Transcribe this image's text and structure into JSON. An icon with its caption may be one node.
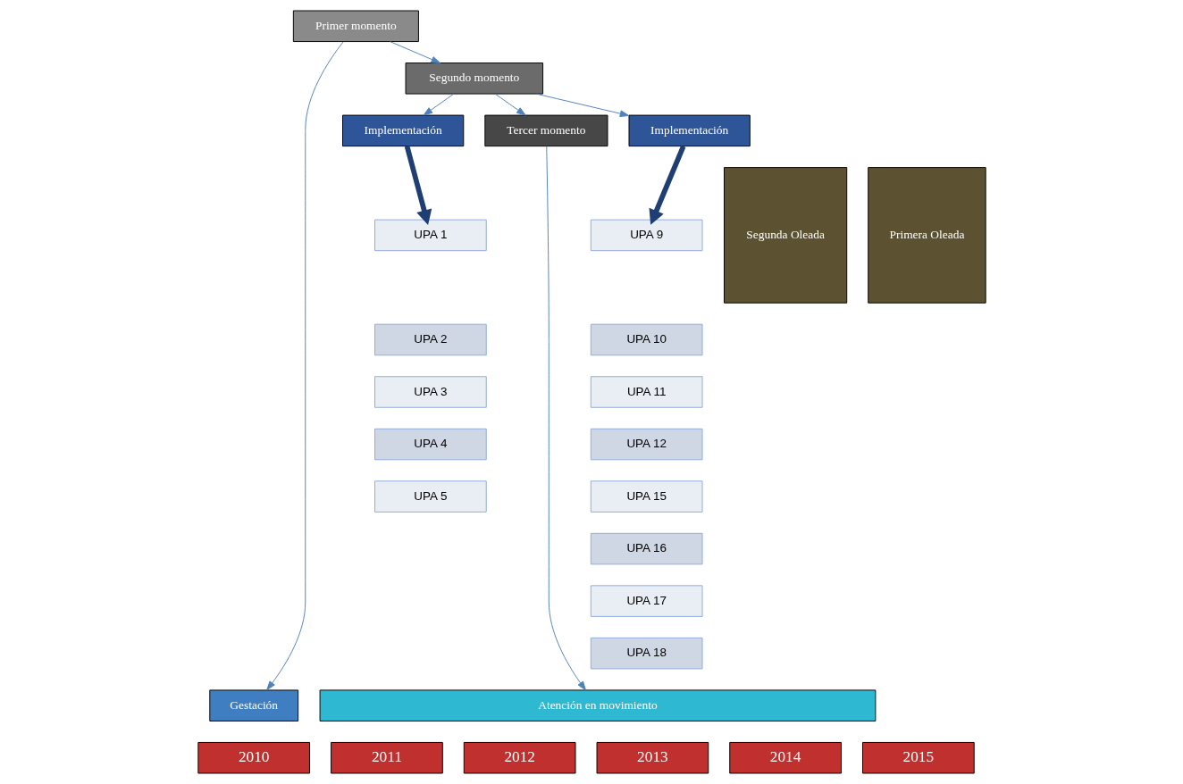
{
  "diagram": {
    "nodes": [
      {
        "text": [
          "Primer momento"
        ]
      },
      {
        "text": [
          "Segundo momento"
        ]
      },
      {
        "text": [
          "Tercer momento"
        ]
      },
      {
        "text": [
          "Implementación"
        ]
      },
      {
        "text": [
          "Implementación"
        ]
      },
      {
        "text": [
          "UPA 9"
        ]
      },
      {
        "text": [
          "UPA 10"
        ]
      },
      {
        "text": [
          "UPA 11"
        ]
      },
      {
        "text": [
          "UPA 12"
        ]
      },
      {
        "text": [
          "UPA 15"
        ]
      },
      {
        "text": [
          "UPA 16"
        ]
      },
      {
        "text": [
          "UPA 17"
        ]
      },
      {
        "text": [
          "UPA 18"
        ]
      },
      {
        "text": [
          "Segunda Oleada"
        ]
      },
      {
        "text": [
          "UPA 1"
        ]
      },
      {
        "text": [
          "UPA 2"
        ]
      },
      {
        "text": [
          "UPA 3"
        ]
      },
      {
        "text": [
          "UPA 4"
        ]
      },
      {
        "text": [
          "UPA 5"
        ]
      },
      {
        "text": [
          "Primera Oleada"
        ]
      },
      {
        "text": [
          "Gestación"
        ]
      },
      {
        "text": [
          "Atención en movimiento"
        ]
      },
      {
        "text": [
          "2010"
        ]
      },
      {
        "text": [
          "2011"
        ]
      },
      {
        "text": [
          "2012"
        ]
      },
      {
        "text": [
          "2013"
        ]
      },
      {
        "text": [
          "2014"
        ]
      },
      {
        "text": [
          "2015"
        ]
      }
    ],
    "edges": [
      {
        "from": 0,
        "to": 1,
        "arrow": "to"
      },
      {
        "from": 0,
        "to": 20,
        "arrow": "to"
      },
      {
        "from": 1,
        "to": 2,
        "arrow": "to"
      },
      {
        "from": 1,
        "to": 3,
        "arrow": "to"
      },
      {
        "from": 1,
        "to": 4,
        "arrow": "to"
      },
      {
        "from": 2,
        "to": 21,
        "arrow": "to"
      },
      {
        "from": 3,
        "to": 5,
        "arrow": "to",
        "style": "thick",
        "color": "#1f3e74"
      },
      {
        "from": 4,
        "to": 14,
        "arrow": "to",
        "style": "thick",
        "color": "#1f3e74"
      }
    ]
  }
}
